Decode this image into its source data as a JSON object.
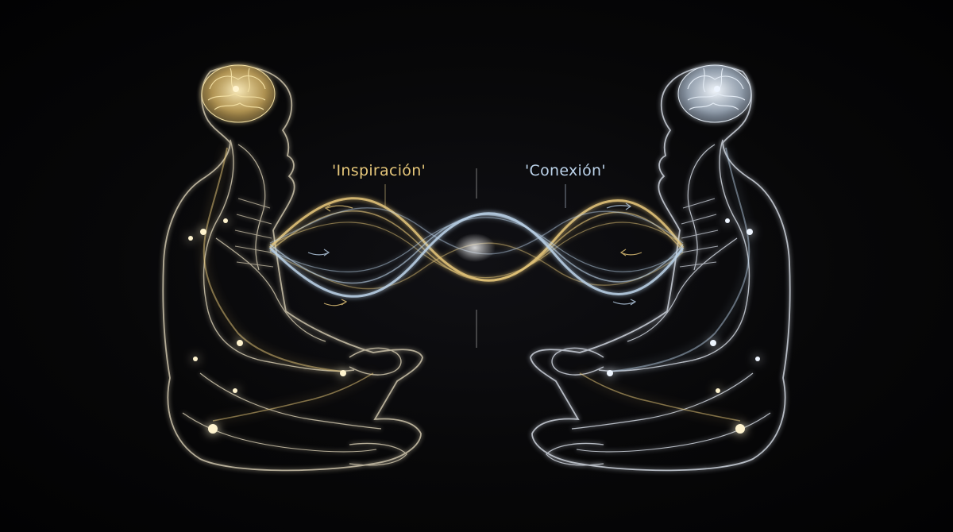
{
  "labels": {
    "left": "'Inspiración'",
    "right": "'Conexión'"
  },
  "colors": {
    "background": "#050506",
    "gold": "#e6c77a",
    "silver_blue": "#bcd3ea",
    "outline_left": "#c9c0a8",
    "outline_right": "#c9cfd8",
    "divider": "#7a7a7a"
  },
  "figures": [
    {
      "side": "left",
      "theme": "gold",
      "pose": "seated-meditation"
    },
    {
      "side": "right",
      "theme": "silver-blue",
      "pose": "seated-meditation"
    }
  ],
  "icons": {
    "brain": "brain-icon",
    "arrow": "arrow-icon"
  }
}
